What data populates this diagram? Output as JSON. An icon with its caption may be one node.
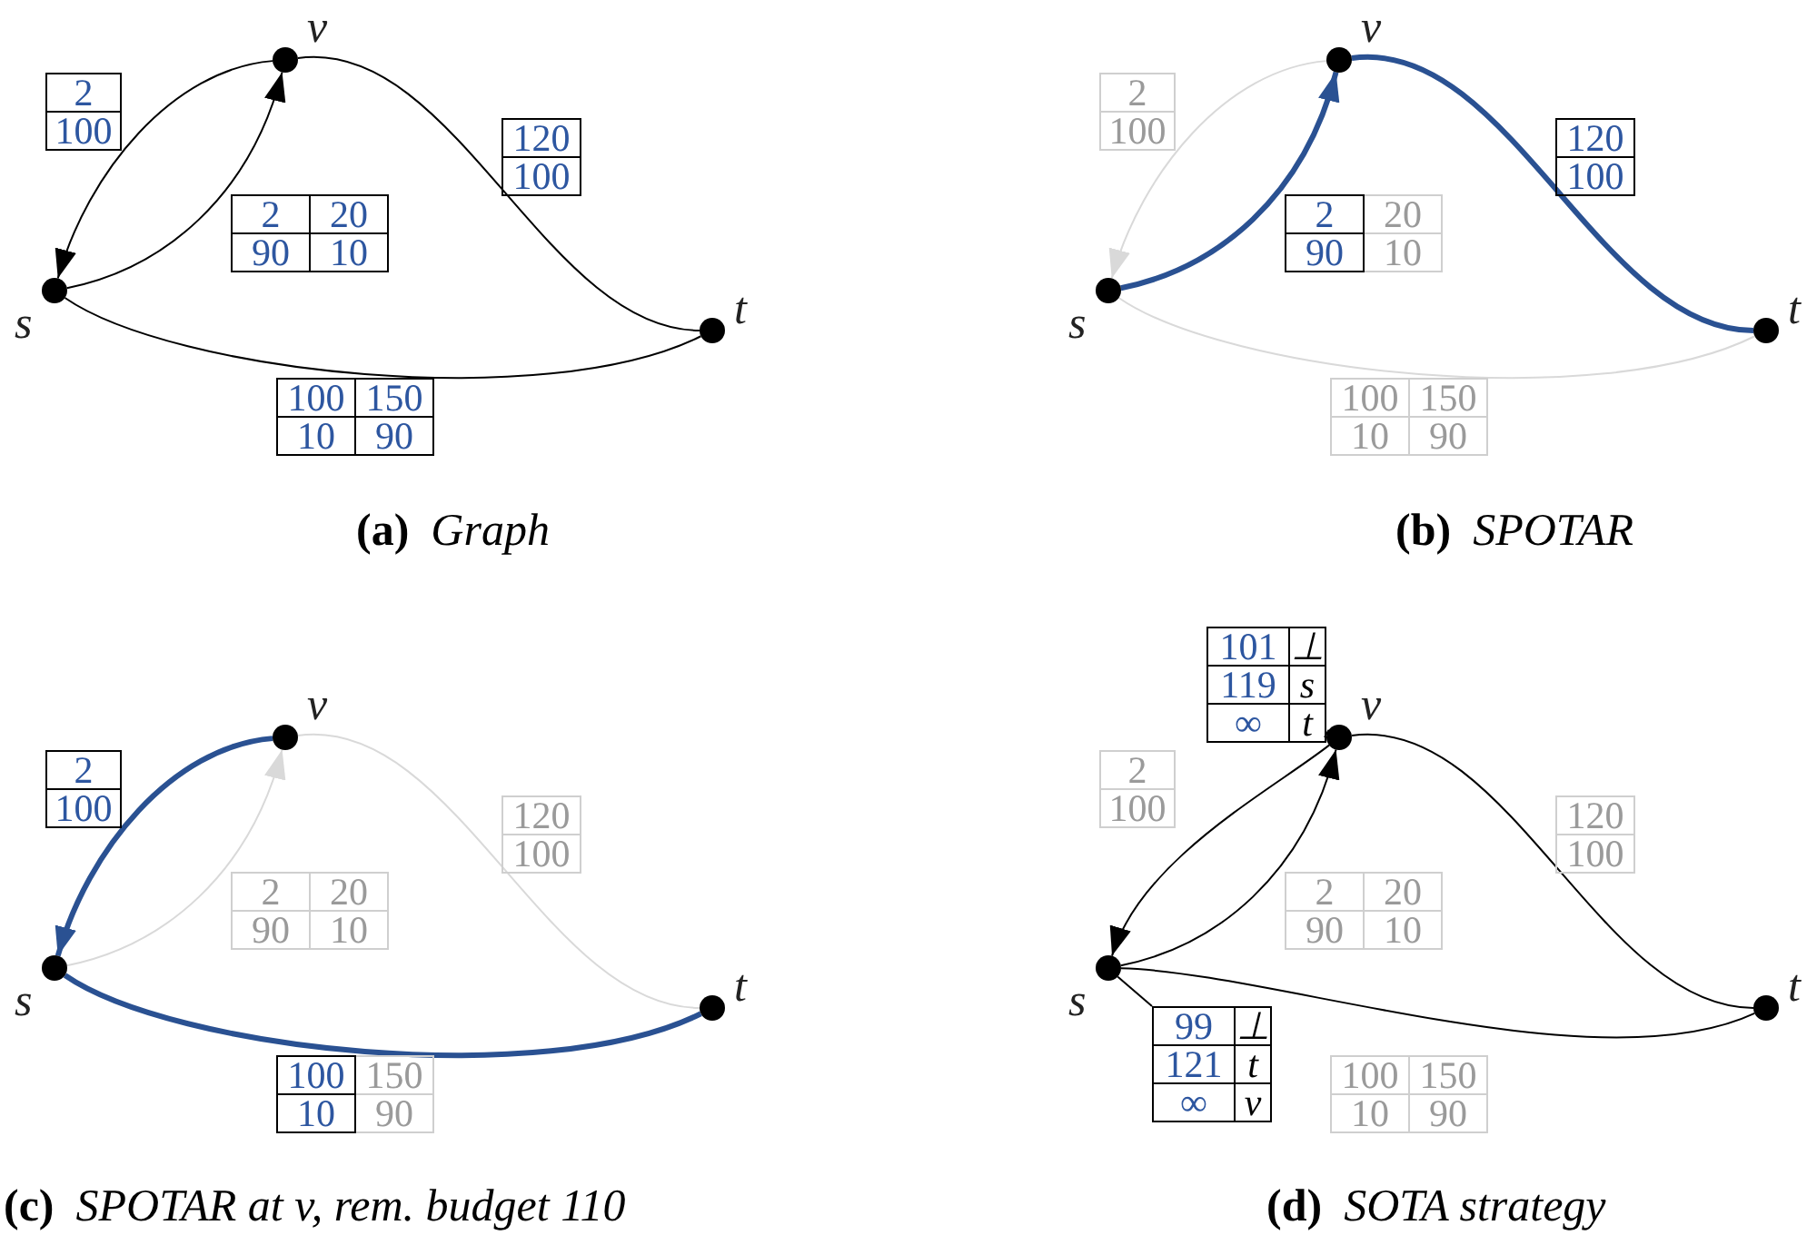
{
  "diagram": {
    "nodes": [
      {
        "text": [],
        "shape": "circle",
        "beside": [
          "s"
        ]
      },
      {
        "text": [],
        "shape": "circle",
        "beside": [
          "v"
        ]
      },
      {
        "text": [],
        "shape": "circle",
        "beside": [
          "t"
        ]
      },
      {
        "text": [
          "2",
          "100"
        ]
      },
      {
        "text": [
          "2",
          "20",
          "90",
          "10"
        ]
      },
      {
        "text": [
          "120",
          "100"
        ]
      },
      {
        "text": [
          "100",
          "150",
          "10",
          "90"
        ]
      },
      {
        "text": [],
        "shape": "circle",
        "beside": [
          "s"
        ]
      },
      {
        "text": [],
        "shape": "circle",
        "beside": [
          "v"
        ]
      },
      {
        "text": [],
        "shape": "circle",
        "beside": [
          "t"
        ]
      },
      {
        "text": [
          "2",
          "100"
        ]
      },
      {
        "text": [
          "2",
          "20",
          "90",
          "10"
        ]
      },
      {
        "text": [
          "120",
          "100"
        ]
      },
      {
        "text": [
          "100",
          "150",
          "10",
          "90"
        ]
      },
      {
        "text": [],
        "shape": "circle",
        "beside": [
          "s"
        ]
      },
      {
        "text": [],
        "shape": "circle",
        "beside": [
          "v"
        ]
      },
      {
        "text": [],
        "shape": "circle",
        "beside": [
          "t"
        ]
      },
      {
        "text": [
          "2",
          "100"
        ]
      },
      {
        "text": [
          "2",
          "20",
          "90",
          "10"
        ]
      },
      {
        "text": [
          "120",
          "100"
        ]
      },
      {
        "text": [
          "100",
          "150",
          "10",
          "90"
        ]
      },
      {
        "text": [],
        "shape": "circle",
        "beside": [
          "s"
        ]
      },
      {
        "text": [],
        "shape": "circle",
        "beside": [
          "v"
        ]
      },
      {
        "text": [],
        "shape": "circle",
        "beside": [
          "t"
        ]
      },
      {
        "text": [
          "2",
          "100"
        ]
      },
      {
        "text": [
          "2",
          "20",
          "90",
          "10"
        ]
      },
      {
        "text": [
          "120",
          "100"
        ]
      },
      {
        "text": [
          "100",
          "150",
          "10",
          "90"
        ]
      },
      {
        "text": [
          "101",
          "⊥",
          "119",
          "s",
          "∞",
          "t"
        ]
      },
      {
        "text": [
          "99",
          "⊥",
          "121",
          "t",
          "∞",
          "v"
        ]
      }
    ],
    "edges": [
      {
        "from": 1,
        "to": 0,
        "arrow": "to"
      },
      {
        "from": 0,
        "to": 1,
        "arrow": "to"
      },
      {
        "from": 1,
        "to": 2,
        "arrow": "none"
      },
      {
        "from": 0,
        "to": 2,
        "arrow": "none"
      },
      {
        "from": 8,
        "to": 7,
        "arrow": "to",
        "color": "#d9d9d9"
      },
      {
        "from": 7,
        "to": 8,
        "arrow": "to",
        "style": "thick",
        "color": "#2a5192"
      },
      {
        "from": 8,
        "to": 9,
        "arrow": "none",
        "style": "thick",
        "color": "#2a5192"
      },
      {
        "from": 7,
        "to": 9,
        "arrow": "none",
        "color": "#d9d9d9"
      },
      {
        "from": 15,
        "to": 14,
        "arrow": "to",
        "style": "thick",
        "color": "#2a5192"
      },
      {
        "from": 14,
        "to": 15,
        "arrow": "to",
        "color": "#d9d9d9"
      },
      {
        "from": 15,
        "to": 16,
        "arrow": "none",
        "color": "#d9d9d9"
      },
      {
        "from": 14,
        "to": 16,
        "arrow": "none",
        "style": "thick",
        "color": "#2a5192"
      },
      {
        "from": 22,
        "to": 21,
        "arrow": "to"
      },
      {
        "from": 21,
        "to": 22,
        "arrow": "to"
      },
      {
        "from": 22,
        "to": 23,
        "arrow": "none"
      },
      {
        "from": 21,
        "to": 23,
        "arrow": "none"
      },
      {
        "from": 28,
        "to": 22,
        "arrow": "none"
      },
      {
        "from": 21,
        "to": 29,
        "arrow": "none"
      }
    ],
    "labels": [
      "(a)",
      "Graph",
      "(b)",
      "SPOTAR",
      "(c)",
      "SPOTAR at v, rem. budget 110",
      "(d)",
      "SOTA strategy"
    ]
  }
}
